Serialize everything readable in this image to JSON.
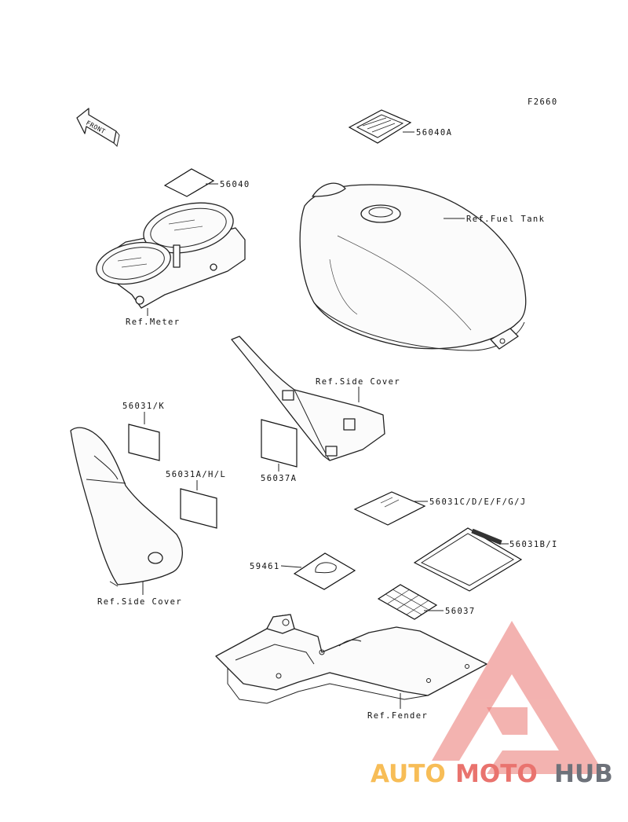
{
  "figure_code": "F2660",
  "front_arrow": "FRONT",
  "callouts": {
    "p56040A": "56040A",
    "p56040": "56040",
    "fuel_tank": "Ref.Fuel Tank",
    "meter": "Ref.Meter",
    "side_cover_upper": "Ref.Side Cover",
    "p56031K": "56031/K",
    "p56031AHL": "56031A/H/L",
    "p56037A": "56037A",
    "p56031CDEFGJ": "56031C/D/E/F/G/J",
    "p56031BI": "56031B/I",
    "p59461": "59461",
    "p56037": "56037",
    "side_cover_lower": "Ref.Side Cover",
    "fender": "Ref.Fender"
  },
  "watermark": {
    "part1": "AUTO",
    "part2": "MOTO",
    "part3": "HUB",
    "colors": {
      "orange": "#f6b23a",
      "red": "#e65b55",
      "gray": "#555a63"
    }
  }
}
